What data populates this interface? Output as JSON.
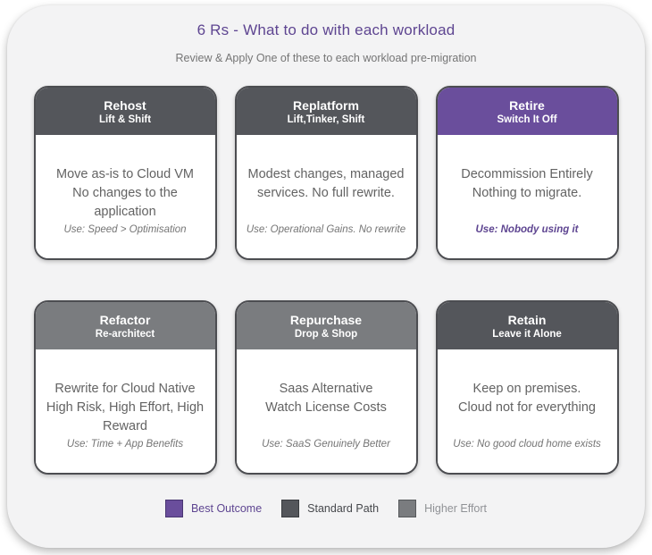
{
  "page": {
    "title": "6 Rs - What to do with each workload",
    "subtitle": "Review & Apply One of these to each workload pre-migration"
  },
  "colors": {
    "accent_purple": "#6a4e9c",
    "header_dark_gray": "#54565b",
    "header_medium_gray": "#7a7c7f",
    "title_purple": "#5e4591",
    "card_border": "#4c4d51",
    "container_background": "#f3f3f4"
  },
  "cards": [
    {
      "title": "Rehost",
      "tagline": "Lift & Shift",
      "body": "Move as-is to Cloud VM\nNo changes to the application",
      "use": "Use: Speed > Optimisation",
      "variant": "dark"
    },
    {
      "title": "Replatform",
      "tagline": "Lift,Tinker, Shift",
      "body": "Modest changes, managed\nservices. No full rewrite.",
      "use": "Use: Operational Gains. No rewrite",
      "variant": "dark"
    },
    {
      "title": "Retire",
      "tagline": "Switch It Off",
      "body": "Decommission Entirely\nNothing to migrate.",
      "use": "Use: Nobody using it",
      "variant": "purple"
    },
    {
      "title": "Refactor",
      "tagline": "Re-architect",
      "body": "Rewrite for Cloud Native\nHigh Risk, High Effort, High\nReward",
      "use": "Use: Time + App Benefits",
      "variant": "medium"
    },
    {
      "title": "Repurchase",
      "tagline": "Drop & Shop",
      "body": "Saas Alternative\nWatch License Costs",
      "use": "Use: SaaS Genuinely Better",
      "variant": "medium"
    },
    {
      "title": "Retain",
      "tagline": "Leave it Alone",
      "body": "Keep on premises.\nCloud not for everything",
      "use": "Use: No good cloud home exists",
      "variant": "dark"
    }
  ],
  "legend": [
    {
      "label": "Best Outcome",
      "variant": "purple"
    },
    {
      "label": "Standard Path",
      "variant": "dark"
    },
    {
      "label": "Higher Effort",
      "variant": "medium"
    }
  ]
}
